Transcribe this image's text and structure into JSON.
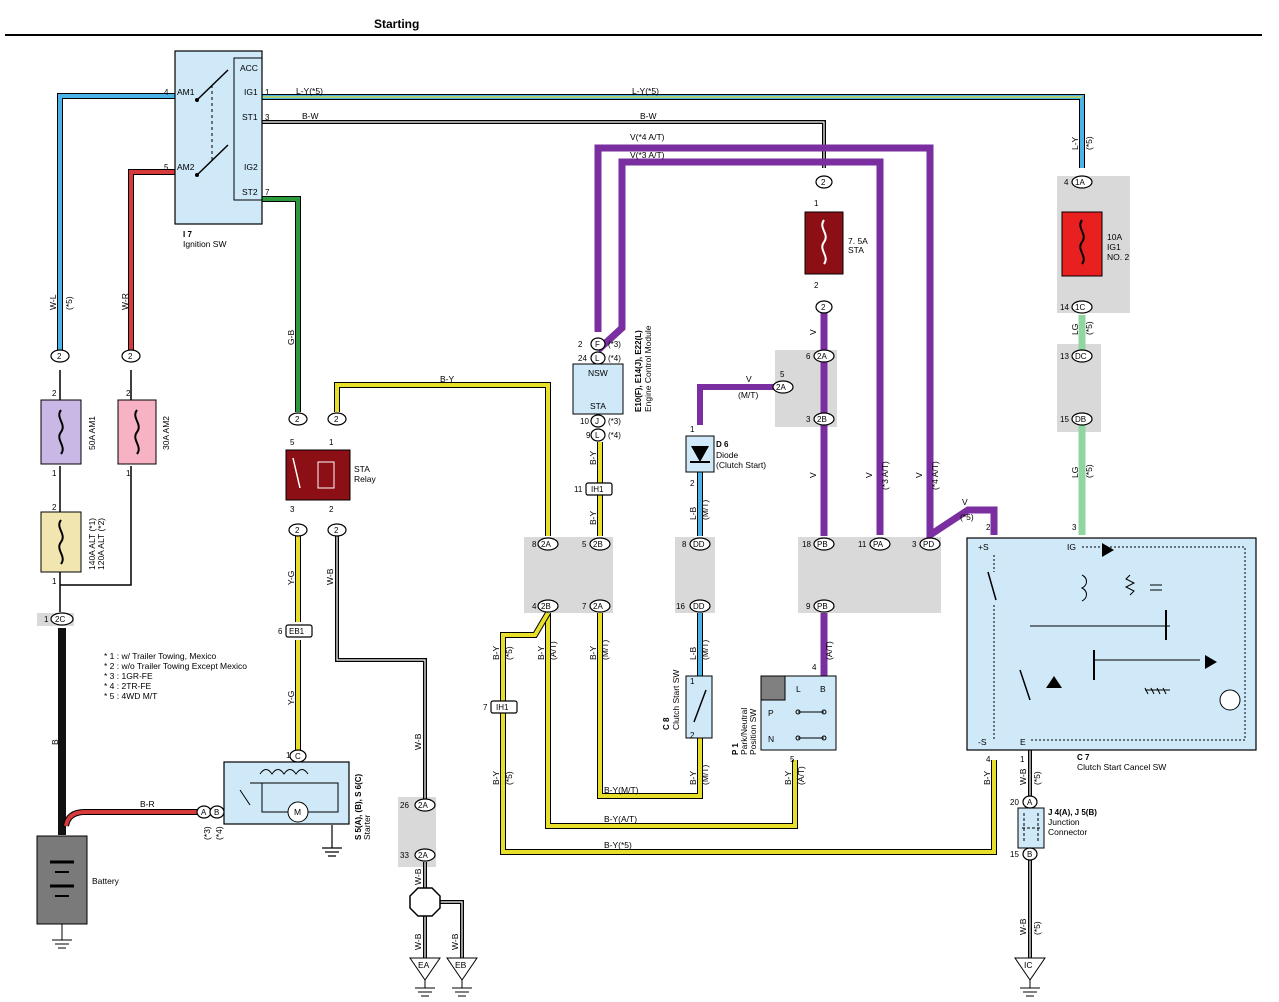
{
  "title": "Starting",
  "components": {
    "ignition_sw": {
      "code": "I 7",
      "name": "Ignition SW",
      "terms": [
        "AM1",
        "AM2",
        "ACC",
        "IG1",
        "ST1",
        "IG2",
        "ST2"
      ]
    },
    "sta_relay": {
      "line1": "STA",
      "line2": "Relay"
    },
    "ecm": {
      "code": "E10(F), E14(J), E22(L)",
      "name": "Engine Control Module",
      "nsw": "NSW",
      "sta": "STA"
    },
    "diode": {
      "code": "D 6",
      "line1": "Diode",
      "line2": "(Clutch Start)"
    },
    "clutch_start_sw": {
      "code": "C 8",
      "name": "Clutch Start SW"
    },
    "park_neutral_sw": {
      "code": "P 1",
      "line1": "Park/Neutral",
      "line2": "Position SW",
      "cols": [
        "L",
        "B"
      ],
      "rows": [
        "P",
        "N"
      ]
    },
    "clutch_cancel_sw": {
      "code": "C 7",
      "name": "Clutch Start Cancel SW",
      "plus_s": "+S",
      "minus_s": "-S",
      "ig": "IG",
      "e": "E"
    },
    "starter": {
      "code": "S 5(A), (B), S 6(C)",
      "name": "Starter",
      "motor": "M"
    },
    "junction": {
      "code": "J 4(A), J 5(B)",
      "line1": "Junction",
      "line2": "Connector"
    },
    "battery": {
      "name": "Battery"
    }
  },
  "fuses": {
    "am1": "50A AM1",
    "am2": "30A AM2",
    "alt1": "140A ALT (*1)",
    "alt2": "120A ALT (*2)",
    "sta_a": "7. 5A",
    "sta_b": "STA",
    "ig1_a": "10A",
    "ig1_b": "IG1",
    "ig1_c": "NO. 2"
  },
  "notes": [
    "* 1 : w/ Trailer Towing,  Mexico",
    "* 2 : w/o Trailer Towing Except Mexico",
    "* 3 : 1GR-FE",
    "* 4 : 2TR-FE",
    "* 5 : 4WD M/T"
  ],
  "wire_labels": {
    "ly5": "L-Y(*5)",
    "bw": "B-W",
    "v4at": "V(*4 A/T)",
    "v3at": "V(*3 A/T)",
    "wl": "W-L",
    "wr": "W-R",
    "gb": "G-B",
    "by": "B-Y",
    "yg": "Y-G",
    "wb": "W-B",
    "b": "B",
    "br": "B-R",
    "v": "V",
    "mt": "(M/T)",
    "at": "(A/T)",
    "lb": "L-B",
    "ly": "L-Y",
    "lg": "LG",
    "s5": "(*5)",
    "s3": "(*3)",
    "s4": "(*4)",
    "v5": "(*5)",
    "bymt": "B-Y(M/T)",
    "byat": "B-Y(A/T)",
    "by5": "B-Y(*5)",
    "v3at_v": "(*3 A/T)",
    "v4at_v": "(*4 A/T)"
  },
  "connectors": [
    "2",
    "2",
    "2",
    "2",
    "2",
    "2",
    "2",
    "2",
    "2C",
    "EB1",
    "C",
    "A",
    "B",
    "2A",
    "2B",
    "2A",
    "2B",
    "IH1",
    "IH1",
    "DD",
    "DD",
    "PB",
    "PA",
    "PD",
    "PB",
    "2A",
    "2A",
    "2B",
    "1A",
    "1C",
    "DC",
    "DB",
    "A",
    "B",
    "F",
    "L",
    "J",
    "L",
    "2A",
    "2A"
  ],
  "grounds": [
    "EA",
    "EB",
    "IC"
  ],
  "colors": {
    "wl": "#4bb3e6",
    "wr": "#d63a3a",
    "green": "#2a9a3a",
    "yellow": "#e8df2a",
    "purple": "#7a2ea0",
    "black": "#111111",
    "lg": "#8fd6a0",
    "box": "#cfe9f8",
    "fuse_red": "#8b0f14",
    "grey": "#d8d8d8"
  }
}
